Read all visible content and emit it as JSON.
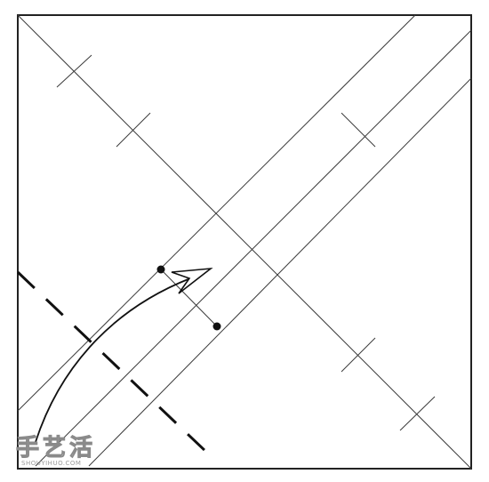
{
  "diagram": {
    "kind": "origami-fold-step",
    "colors": {
      "line": "#3a3a3a",
      "frame": "#222222",
      "ink": "#111111",
      "paper": "#ffffff"
    },
    "elements": [
      "square-paper",
      "main-diagonal-crease",
      "parallel-crease-lines",
      "tick-marks",
      "reference-points",
      "valley-fold-dashed-line",
      "fold-direction-arrow"
    ]
  },
  "watermark": {
    "chars": "手艺活",
    "url": "SHOUYIHUO.COM"
  }
}
